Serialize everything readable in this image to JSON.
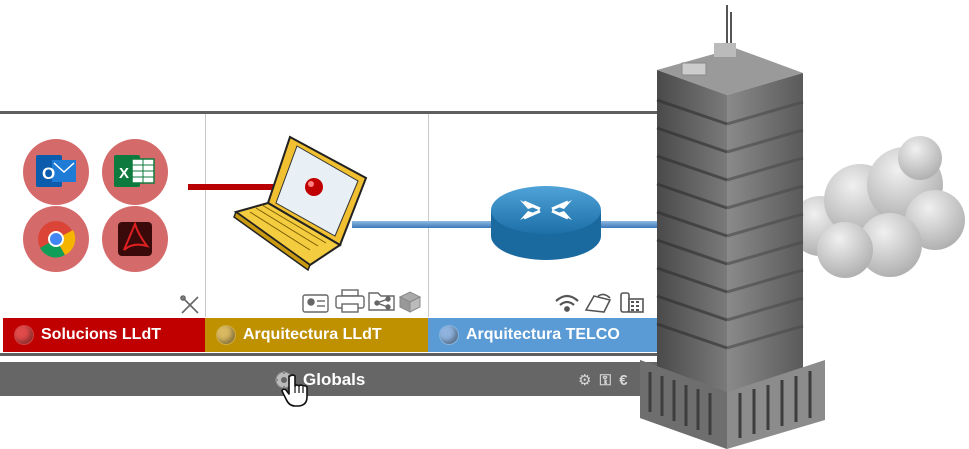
{
  "sections": [
    {
      "label": "Solucions LLdT",
      "color": "#c00000",
      "dot": "#d94040"
    },
    {
      "label": "Arquitectura LLdT",
      "color": "#bf9000",
      "dot": "#d4b25a"
    },
    {
      "label": "Arquitectura TELCO",
      "color": "#5b9bd5",
      "dot": "#7fa7d8"
    }
  ],
  "globals": {
    "label": "Globals",
    "color": "#666666",
    "tools": "⚙ ⚿ €"
  },
  "apps": [
    "outlook-icon",
    "excel-icon",
    "chrome-icon",
    "acrobat-icon"
  ],
  "devices": [
    "laptop-icon",
    "router-icon",
    "office-building",
    "cloud-icon"
  ],
  "section_icons": {
    "solucions": [
      "tools-icon"
    ],
    "arquitectura": [
      "id-card-icon",
      "printer-icon",
      "network-folder-icon",
      "storage-icon"
    ],
    "telco": [
      "wifi-icon",
      "telephone-line-icon",
      "desk-phone-icon"
    ]
  }
}
